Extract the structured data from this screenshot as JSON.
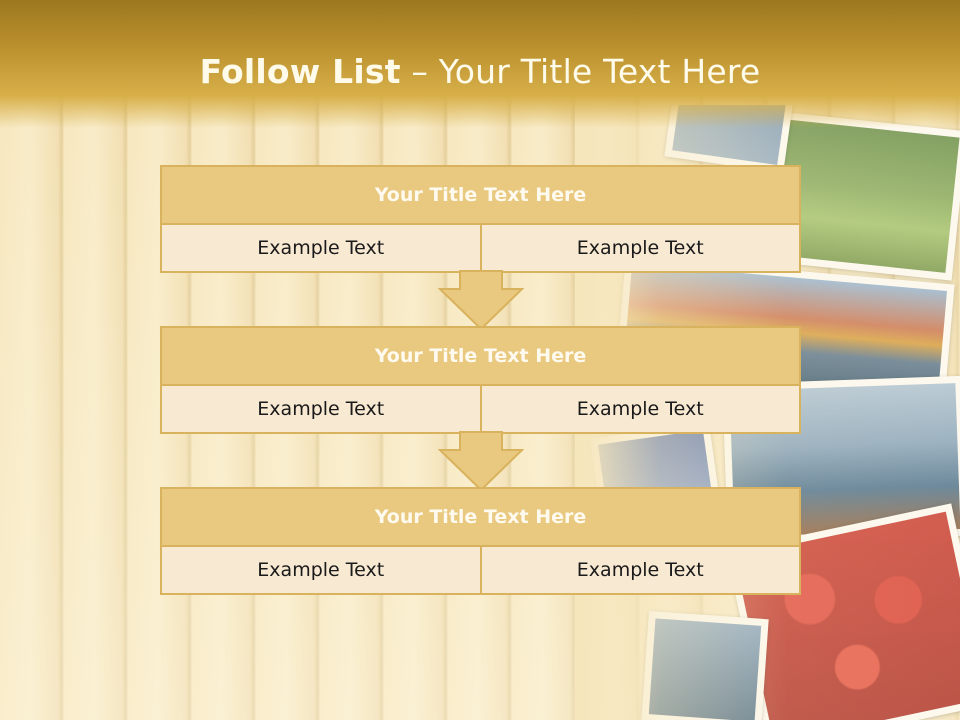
{
  "header": {
    "title_strong": "Follow List",
    "title_rest": "– Your Title Text Here"
  },
  "steps": [
    {
      "title": "Your Title Text Here",
      "left": "Example Text",
      "right": "Example Text"
    },
    {
      "title": "Your Title Text Here",
      "left": "Example Text",
      "right": "Example Text"
    },
    {
      "title": "Your Title Text Here",
      "left": "Example Text",
      "right": "Example Text"
    }
  ],
  "colors": {
    "header_gold": "#b98f2c",
    "block_title_bg": "#e8c97f",
    "block_cell_bg": "#f8e9d3",
    "block_border": "#d9b25d",
    "arrow_fill": "#e8c97f"
  },
  "icons": [
    "down-arrow-icon",
    "down-arrow-icon"
  ]
}
